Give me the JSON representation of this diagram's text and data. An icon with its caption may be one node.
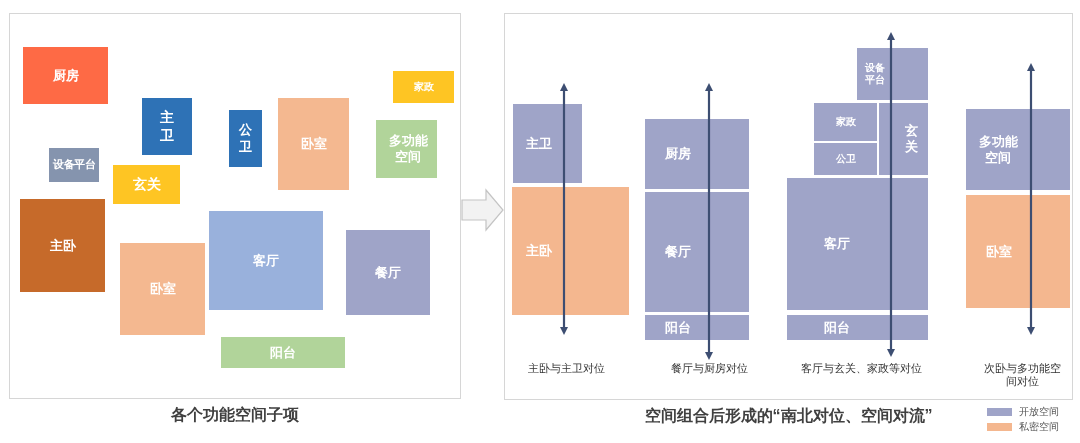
{
  "diagram": {
    "nodes": [
      {
        "text": [
          "各个功能空间子项"
        ]
      },
      {
        "text": [
          "空间组合后形成的“南北对位、空间对流”"
        ]
      },
      {
        "text": [
          "厨房"
        ],
        "in": 0
      },
      {
        "text": [
          "家政"
        ],
        "in": 0
      },
      {
        "text": [
          "主卫"
        ],
        "in": 0
      },
      {
        "text": [
          "卧室"
        ],
        "in": 0
      },
      {
        "text": [
          "公卫"
        ],
        "in": 0
      },
      {
        "text": [
          "多功能空间"
        ],
        "in": 0
      },
      {
        "text": [
          "设备平台"
        ],
        "in": 0
      },
      {
        "text": [
          "玄关"
        ],
        "in": 0
      },
      {
        "text": [
          "主卧"
        ],
        "in": 0
      },
      {
        "text": [
          "客厅"
        ],
        "in": 0
      },
      {
        "text": [
          "餐厅"
        ],
        "in": 0
      },
      {
        "text": [
          "卧室"
        ],
        "in": 0
      },
      {
        "text": [
          "阳台"
        ],
        "in": 0
      },
      {
        "text": [
          "主卫"
        ],
        "in": 1
      },
      {
        "text": [
          "主卧"
        ],
        "in": 1
      },
      {
        "text": [
          "厨房"
        ],
        "in": 1
      },
      {
        "text": [
          "餐厅"
        ],
        "in": 1
      },
      {
        "text": [
          "阳台"
        ],
        "in": 1
      },
      {
        "text": [
          "设备平台"
        ],
        "in": 1
      },
      {
        "text": [
          "家政"
        ],
        "in": 1
      },
      {
        "text": [
          "玄关"
        ],
        "in": 1
      },
      {
        "text": [
          "公卫"
        ],
        "in": 1
      },
      {
        "text": [
          "客厅"
        ],
        "in": 1
      },
      {
        "text": [
          "阳台"
        ],
        "in": 1
      },
      {
        "text": [
          "多功能空间"
        ],
        "in": 1
      },
      {
        "text": [
          "卧室"
        ],
        "in": 1
      }
    ],
    "edges": [
      {
        "from": 0,
        "to": 1,
        "arrow": "to"
      }
    ],
    "labels": [
      "主卧与主卫对位",
      "餐厅与厨房对位",
      "客厅与玄关、家政等对位",
      "次卧与多功能空间对位"
    ],
    "legend": [
      {
        "text": "开放空间",
        "color": "#9fa4c8"
      },
      {
        "text": "私密空间",
        "color": "#f4b78f"
      }
    ]
  }
}
